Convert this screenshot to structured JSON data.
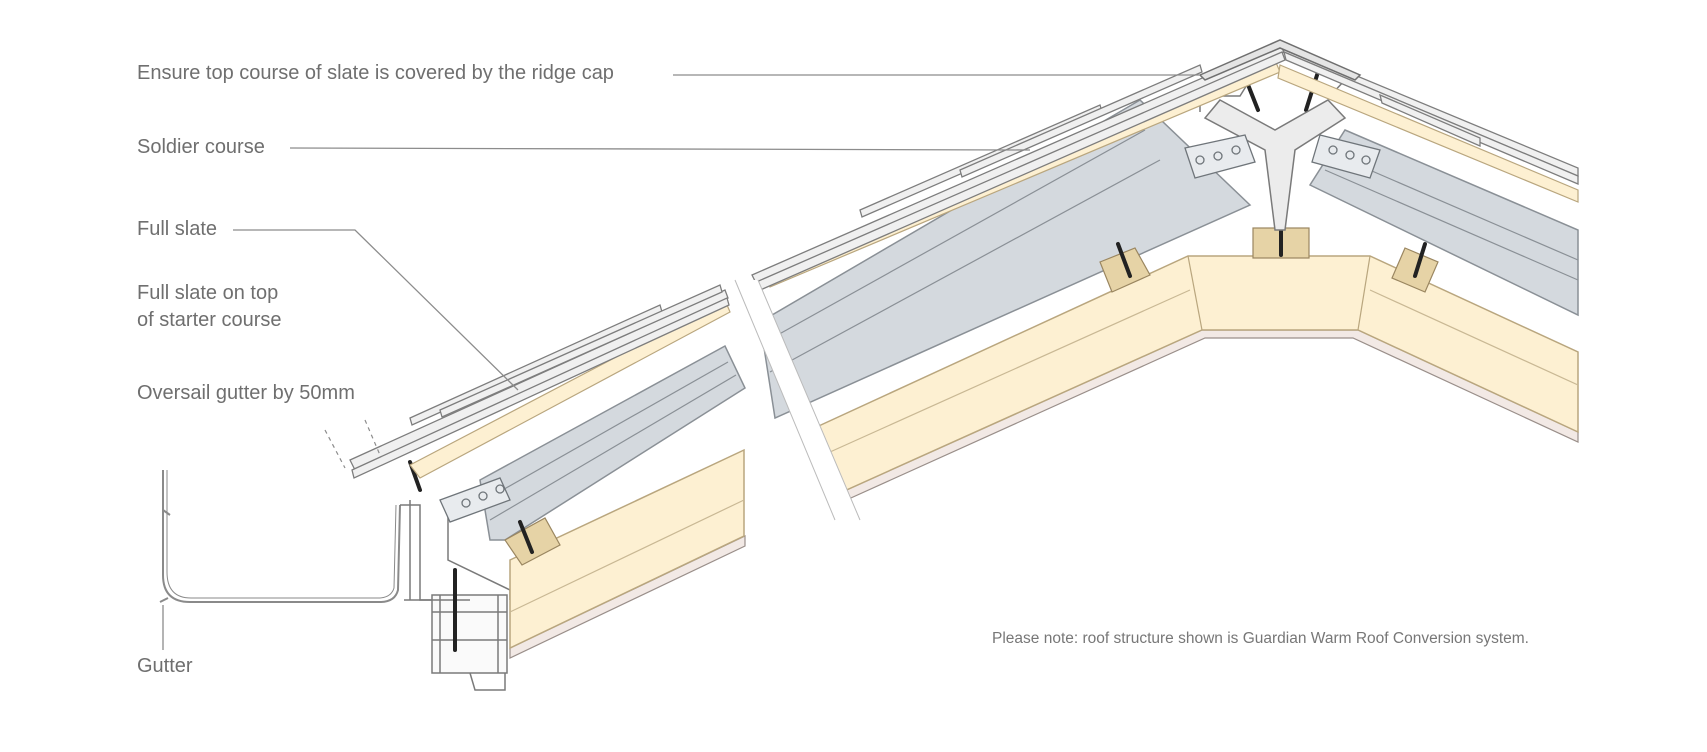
{
  "labels": {
    "ridge_cap": "Ensure top course of slate is covered by the ridge cap",
    "soldier_course": "Soldier course",
    "full_slate": "Full slate",
    "full_slate_starter_line1": "Full slate on top",
    "full_slate_starter_line2": "of starter course",
    "oversail": "Oversail gutter by 50mm",
    "gutter": "Gutter"
  },
  "note": "Please note: roof structure shown is Guardian Warm Roof Conversion system.",
  "colors": {
    "insulation": "#fdf0d2",
    "insulation_line": "#c2b08a",
    "rafter_steel": "#d4d9de",
    "rafter_line": "#8a9096",
    "slate": "#f0f0f0",
    "slate_line": "#7d7d7d",
    "timber_block": "#e6d3a6",
    "plasterboard": "#f2e9e5",
    "leader_line": "#8c8c8c",
    "text": "#6f6f6f"
  }
}
